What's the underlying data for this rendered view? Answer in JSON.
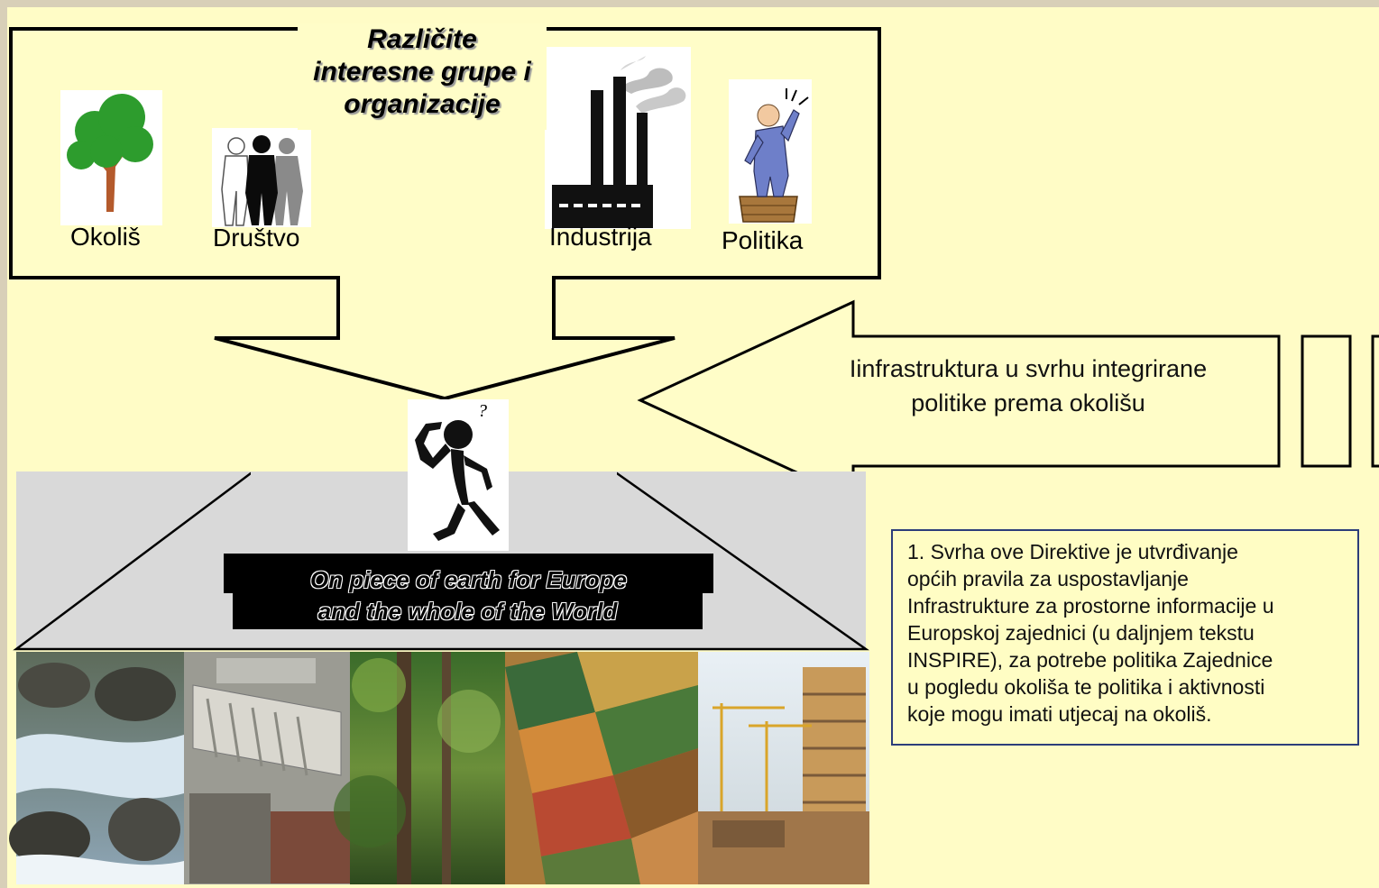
{
  "title": {
    "line1": "Različite",
    "line2": "interesne grupe i",
    "line3": "organizacije"
  },
  "stakeholders": [
    {
      "label": "Okoliš",
      "icon": "tree-icon"
    },
    {
      "label": "Društvo",
      "icon": "people-icon"
    },
    {
      "label": "Industrija",
      "icon": "factory-icon"
    },
    {
      "label": "Politika",
      "icon": "politician-icon"
    }
  ],
  "arrow_text": {
    "line1": "Iinfrastruktura u svrhu integrirane",
    "line2": "politike prema okolišu"
  },
  "banner": {
    "line1": "On piece of earth for Europe",
    "line2": "and the whole of the World"
  },
  "quote_lines": [
    "1. Svrha ove Direktive je utvrđivanje",
    "općih pravila za uspostavljanje",
    "Infrastrukture za prostorne informacije u",
    "Europskoj zajednici (u daljnjem tekstu",
    "INSPIRE), za potrebe politika Zajednice",
    "u pogledu okoliša te politika i aktivnosti",
    "koje mogu imati utjecaj na okoliš."
  ],
  "photos": [
    "river-photo",
    "industrial-buildings-photo",
    "forest-photo",
    "farmland-aerial-photo",
    "construction-site-photo"
  ],
  "colors": {
    "panel": "#fffdc8",
    "slide_background": "#fffcc6",
    "quote_border": "#2c3d7a",
    "trapezoid": "#d9d9d9"
  }
}
